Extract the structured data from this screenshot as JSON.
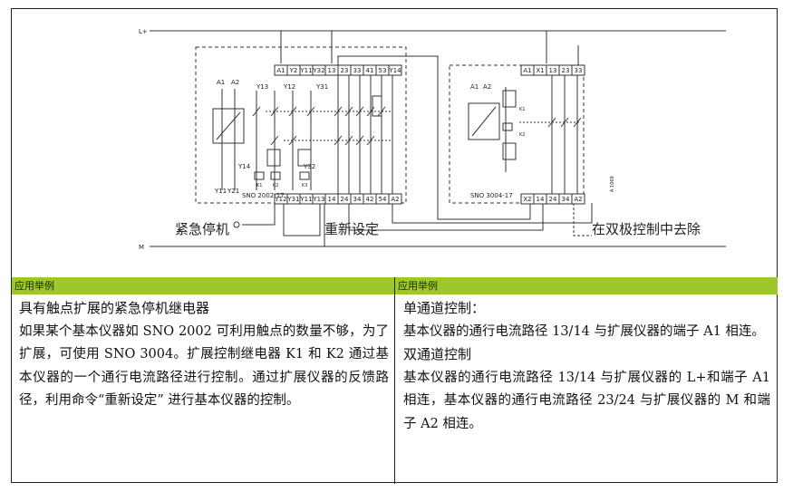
{
  "diagram": {
    "rail_top": "L+",
    "rail_bottom": "M",
    "base_device": {
      "model": "SNO 2002-17",
      "top_terminals": [
        "A1",
        "Y2",
        "Y11",
        "Y32",
        "13",
        "23",
        "33",
        "41",
        "53",
        "Y14"
      ],
      "bottom_terminals": [
        "Y12",
        "Y31",
        "Y11",
        "Y13",
        "14",
        "24",
        "34",
        "42",
        "54",
        "A2"
      ],
      "internal_labels": [
        "A1",
        "A2",
        "Y13",
        "Y12",
        "Y31",
        "Y14",
        "K1",
        "K2",
        "K3",
        "Y11",
        "Y21",
        "Y32"
      ]
    },
    "extension_device": {
      "model": "SNO 3004-17",
      "top_terminals": [
        "A1",
        "X1",
        "13",
        "23",
        "33"
      ],
      "bottom_terminals": [
        "X2",
        "14",
        "24",
        "34",
        "A2"
      ],
      "internal_labels": [
        "A1",
        "A2",
        "K1",
        "K2"
      ]
    },
    "side_code": "A 1069",
    "labels": {
      "emergency_stop": "紧急停机",
      "reset": "重新设定",
      "remove_dual": "在双极控制中去除"
    }
  },
  "left": {
    "bar": "应用举例",
    "title": "具有触点扩展的紧急停机继电器",
    "body": "如果某个基本仪器如 SNO 2002 可利用触点的数量不够，为了扩展，可使用 SNO 3004。扩展控制继电器 K1 和 K2 通过基本仪器的一个通行电流路径进行控制。通过扩展仪器的反馈路径，利用命令“重新设定” 进行基本仪器的控制。"
  },
  "right": {
    "bar": "应用举例",
    "heading1": "单通道控制：",
    "body1": "基本仪器的通行电流路径 13/14 与扩展仪器的端子 A1 相连。",
    "heading2": "双通道控制",
    "body2": "基本仪器的通行电流路径 13/14 与扩展仪器的 L+和端子 A1 相连，基本仪器的通行电流路径 23/24 与扩展仪器的 M 和端子 A2 相连。"
  }
}
